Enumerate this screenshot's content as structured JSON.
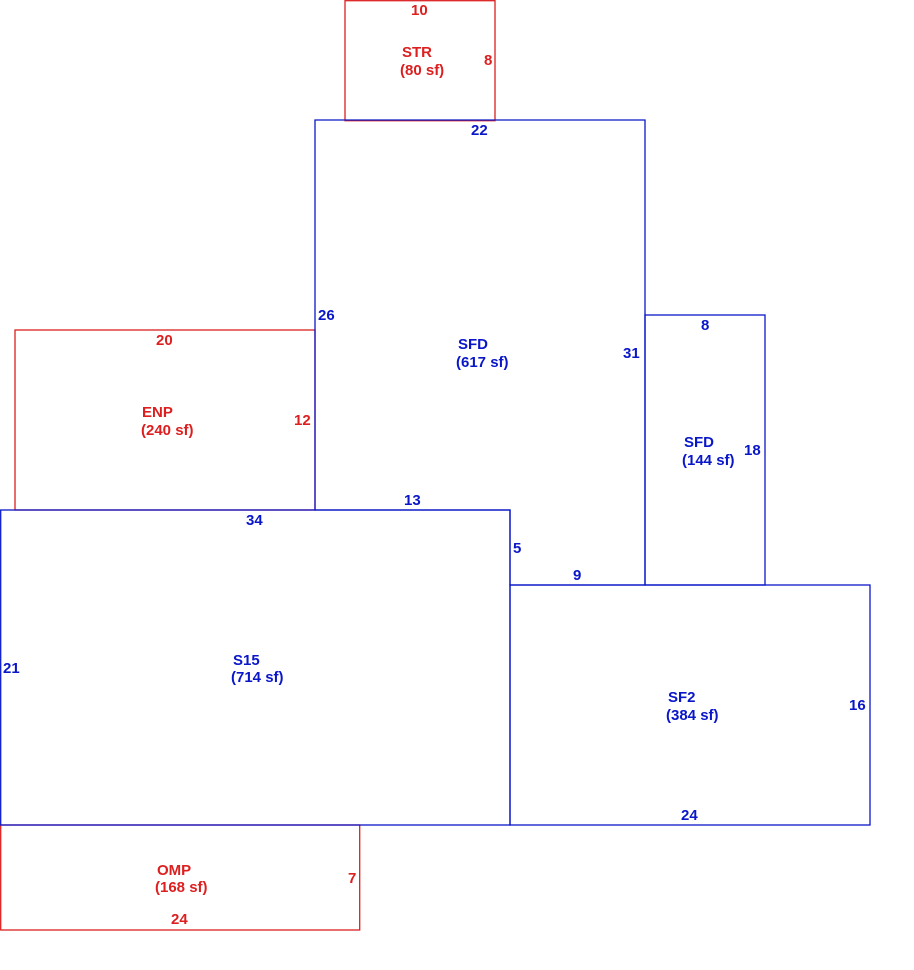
{
  "colors": {
    "living": "#0a17c8",
    "porch": "#dc2020"
  },
  "areas": {
    "str": {
      "code": "STR",
      "area": "(80 sf)"
    },
    "sfd_main": {
      "code": "SFD",
      "area": "(617 sf)"
    },
    "sfd_side": {
      "code": "SFD",
      "area": "(144 sf)"
    },
    "enp": {
      "code": "ENP",
      "area": "(240 sf)"
    },
    "s15": {
      "code": "S15",
      "area": "(714 sf)"
    },
    "sf2": {
      "code": "SF2",
      "area": "(384 sf)"
    },
    "omp": {
      "code": "OMP",
      "area": "(168 sf)"
    }
  },
  "dims": {
    "str_top": "10",
    "str_right": "8",
    "sfd_top": "22",
    "sfd_left": "26",
    "sfd_right": "31",
    "sfd_bottom": "13",
    "sfd_notch_vertical": "5",
    "sfd_notch_horizontal": "9",
    "sfd_side_top": "8",
    "sfd_side_right": "18",
    "enp_top": "20",
    "enp_right": "12",
    "s15_top": "34",
    "s15_left": "21",
    "sf2_right": "16",
    "sf2_bottom": "24",
    "omp_right": "7",
    "omp_bottom": "24"
  }
}
